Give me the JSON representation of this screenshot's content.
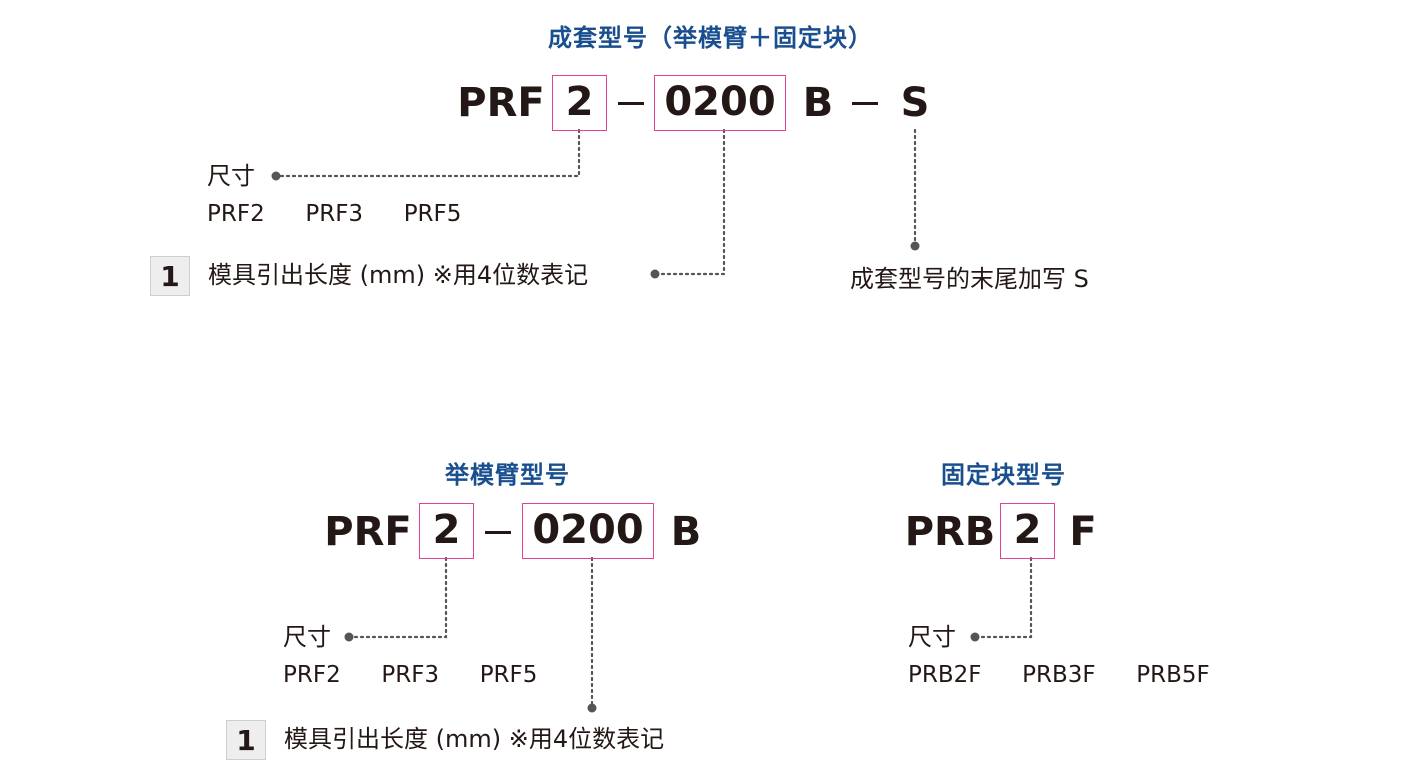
{
  "set": {
    "title": "成套型号（举模臂＋固定块）",
    "prefix": "PRF",
    "size_value": "2",
    "separator1": "−",
    "length_value": "0200",
    "type_letter": "B",
    "separator2": "−",
    "suffix": "S",
    "size_label": "尺寸",
    "size_options": [
      "PRF2",
      "PRF3",
      "PRF5"
    ],
    "length_number": "1",
    "length_label": "模具引出长度 (mm) ※用4位数表记",
    "suffix_note": "成套型号的末尾加写 S"
  },
  "arm": {
    "title": "举模臂型号",
    "prefix": "PRF",
    "size_value": "2",
    "separator": "−",
    "length_value": "0200",
    "type_letter": "B",
    "size_label": "尺寸",
    "size_options": [
      "PRF2",
      "PRF3",
      "PRF5"
    ],
    "length_number": "1",
    "length_label": "模具引出长度 (mm) ※用4位数表记"
  },
  "block": {
    "title": "固定块型号",
    "prefix": "PRB",
    "size_value": "2",
    "type_letter": "F",
    "size_label": "尺寸",
    "size_options": [
      "PRB2F",
      "PRB3F",
      "PRB5F"
    ]
  },
  "colors": {
    "title": "#1a4f8f",
    "box_border": "#e2428f",
    "text": "#231815",
    "dotted_line": "#555555"
  }
}
